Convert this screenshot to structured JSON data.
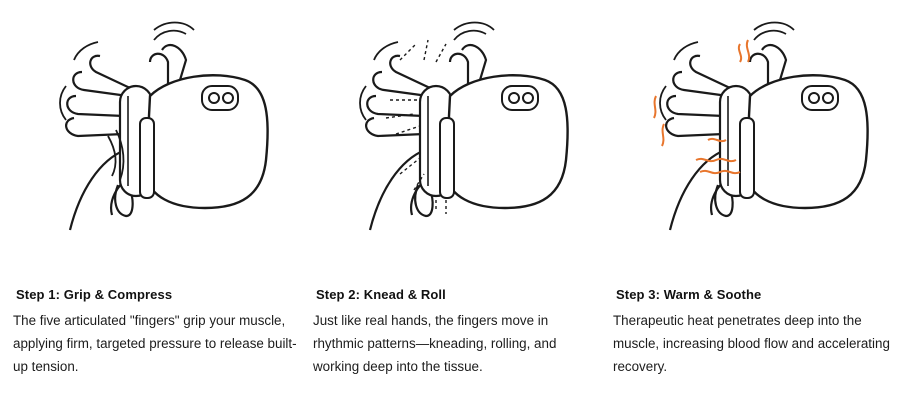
{
  "steps": [
    {
      "title": "Step 1: Grip & Compress",
      "description": "The five articulated \"fingers\" grip your muscle, applying firm, targeted pressure to release built-up tension.",
      "icon": "massager-grip-illustration"
    },
    {
      "title": "Step 2: Knead & Roll",
      "description": "Just like real hands, the fingers move in rhythmic patterns—kneading, rolling, and working deep into the tissue.",
      "icon": "massager-knead-illustration"
    },
    {
      "title": "Step 3: Warm & Soothe",
      "description": "Therapeutic heat penetrates deep into the muscle, increasing blood flow and accelerating recovery.",
      "icon": "massager-heat-illustration"
    }
  ],
  "colors": {
    "heat": "#e8762d",
    "line": "#1a1a1a"
  }
}
